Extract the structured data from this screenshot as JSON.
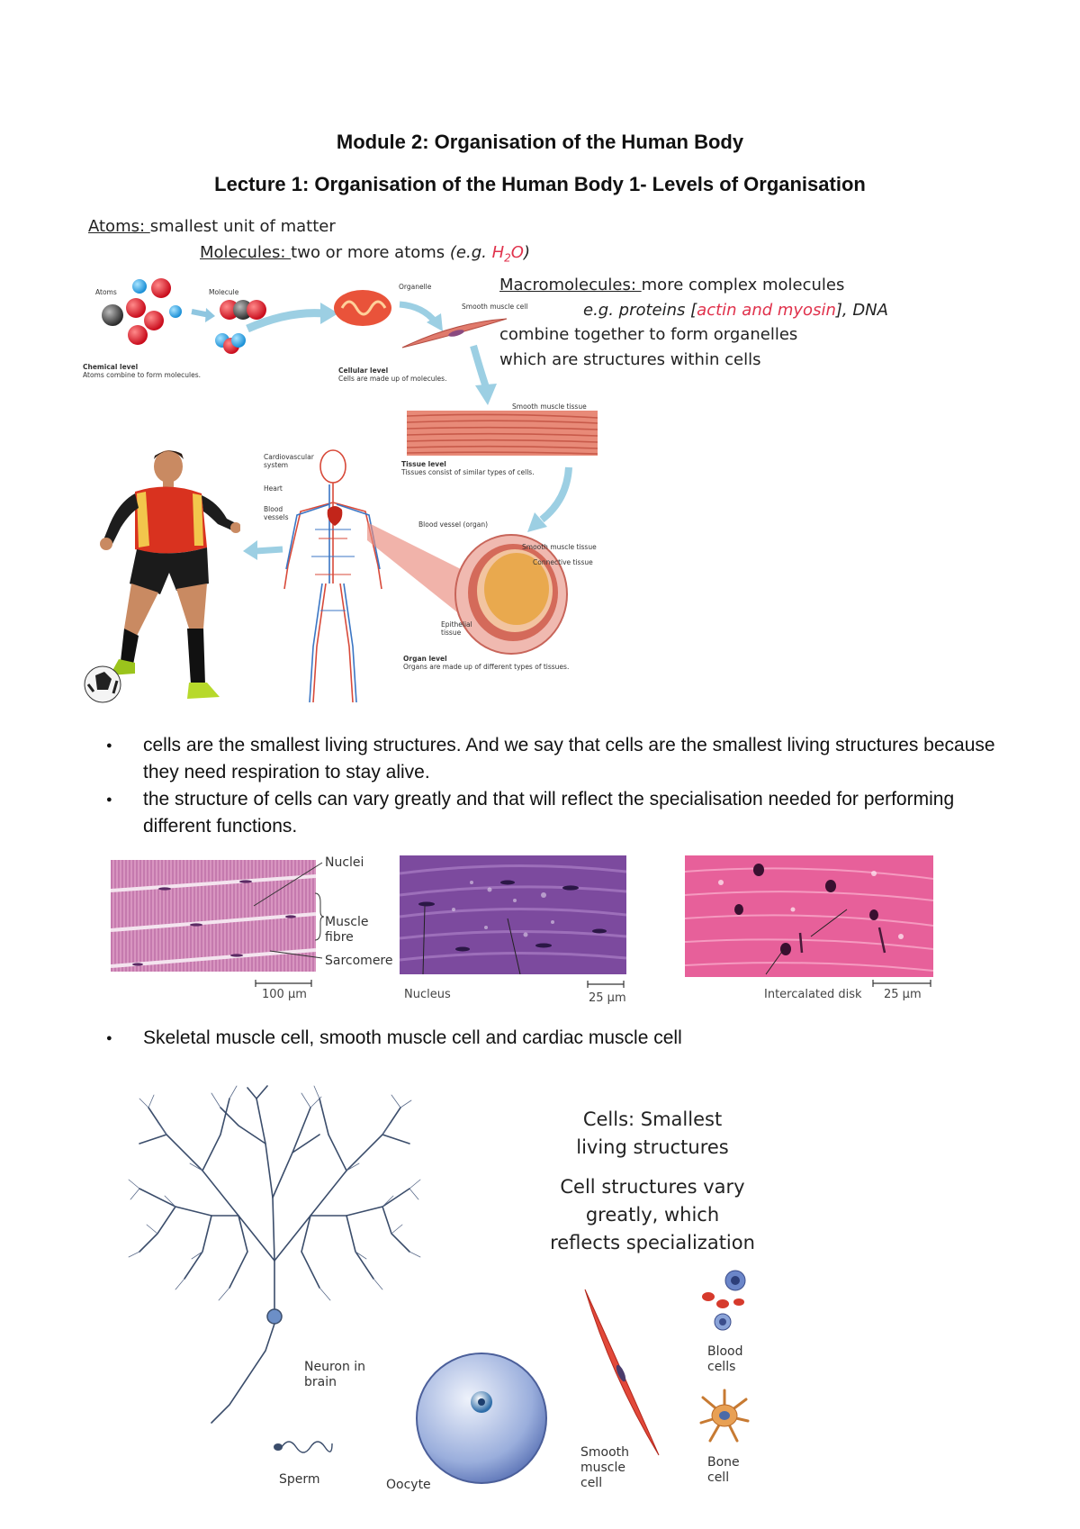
{
  "document": {
    "title": "Module 2: Organisation of the Human Body",
    "subtitle": "Lecture 1: Organisation of the Human Body 1- Levels of Organisation"
  },
  "levels_figure": {
    "atoms_label": "Atoms: ",
    "atoms_desc": "smallest unit of matter",
    "molecules_label": "Molecules: ",
    "molecules_desc": "two or more atoms ",
    "molecules_example_prefix": "(e.g. ",
    "molecules_example_formula": "H",
    "molecules_example_sub": "2",
    "molecules_example_o": "O",
    "molecules_example_suffix": ")",
    "macro_label": "Macromolecules: ",
    "macro_desc": "more complex molecules",
    "macro_example_prefix": "e.g. proteins [",
    "macro_example_red": "actin and myosin",
    "macro_example_suffix": "], DNA",
    "macro_line3": "combine together to form organelles",
    "macro_line4": "which are structures within cells",
    "small_labels": {
      "atoms": "Atoms",
      "molecule": "Molecule",
      "organelle": "Organelle",
      "smooth_muscle_cell": "Smooth muscle cell",
      "chemical_level": "Chemical level",
      "chemical_level_desc": "Atoms combine to form molecules.",
      "cellular_level": "Cellular level",
      "cellular_level_desc": "Cells are made up of molecules.",
      "smooth_muscle_tissue": "Smooth muscle tissue",
      "tissue_level": "Tissue level",
      "tissue_level_desc": "Tissues consist of similar types of cells.",
      "cardiovascular_system": "Cardiovascular",
      "cardiovascular_system2": "system",
      "heart": "Heart",
      "blood": "Blood",
      "vessels": "vessels",
      "blood_vessel_organ": "Blood vessel (organ)",
      "smooth_muscle_tissue2": "Smooth muscle tissue",
      "connective_tissue": "Connective tissue",
      "epithelial": "Epithelial",
      "tissue": "tissue",
      "organ_level": "Organ level",
      "organ_level_desc": "Organs are made up of different types of tissues."
    }
  },
  "bullets_1": [
    "cells are the smallest living structures. And we say that cells are the smallest living structures because they need respiration to stay alive.",
    "the structure of cells can vary greatly and that will reflect the specialisation needed for performing different functions."
  ],
  "micrographs": {
    "nuclei": "Nuclei",
    "muscle_fibre_1": "Muscle",
    "muscle_fibre_2": "fibre",
    "sarcomere": "Sarcomere",
    "scale_100": "100 µm",
    "nucleus": "Nucleus",
    "scale_25a": "25 µm",
    "intercalated_disk": "Intercalated disk",
    "scale_25b": "25 µm"
  },
  "bullets_2": [
    "Skeletal muscle cell, smooth muscle cell and cardiac muscle cell"
  ],
  "cells_figure": {
    "heading_1": "Cells: Smallest",
    "heading_2": "living structures",
    "text_1": "Cell structures vary",
    "text_2": "greatly, which",
    "text_3": "reflects specialization",
    "neuron_1": "Neuron in",
    "neuron_2": "brain",
    "sperm": "Sperm",
    "oocyte": "Oocyte",
    "smooth_1": "Smooth",
    "smooth_2": "muscle",
    "smooth_3": "cell",
    "blood_1": "Blood",
    "blood_2": "cells",
    "bone_1": "Bone",
    "bone_2": "cell"
  }
}
